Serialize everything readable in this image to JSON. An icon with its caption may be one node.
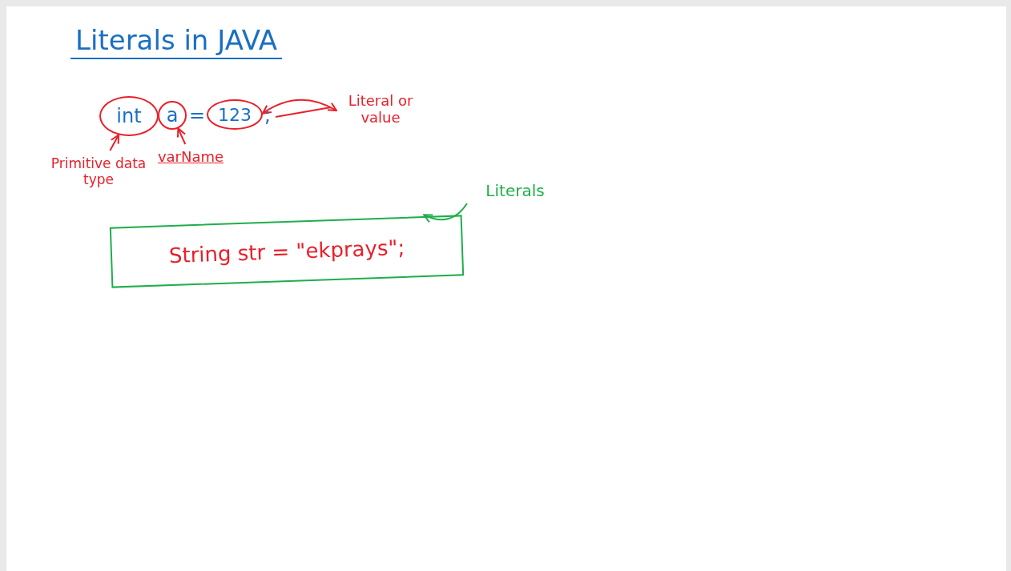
{
  "diagram": {
    "title": "Literals in JAVA",
    "nodes": [
      {
        "text": [
          "int"
        ]
      },
      {
        "text": [
          "a"
        ]
      },
      {
        "text": [
          "123"
        ]
      },
      {
        "text": [
          "Primitive data type"
        ]
      },
      {
        "text": [
          "varName"
        ]
      },
      {
        "text": [
          "Literal or value"
        ]
      },
      {
        "text": [
          "String str = \"ekprays\";"
        ]
      },
      {
        "text": [
          "Literals"
        ]
      }
    ],
    "edges": [
      {
        "from": 3,
        "to": 0,
        "arrow": "to"
      },
      {
        "from": 4,
        "to": 1,
        "arrow": "to"
      },
      {
        "from": 2,
        "to": 5,
        "arrow": "both"
      },
      {
        "from": 7,
        "to": 6,
        "arrow": "to",
        "color": "#1fae4b"
      }
    ],
    "labels": [
      "=",
      ";"
    ]
  }
}
